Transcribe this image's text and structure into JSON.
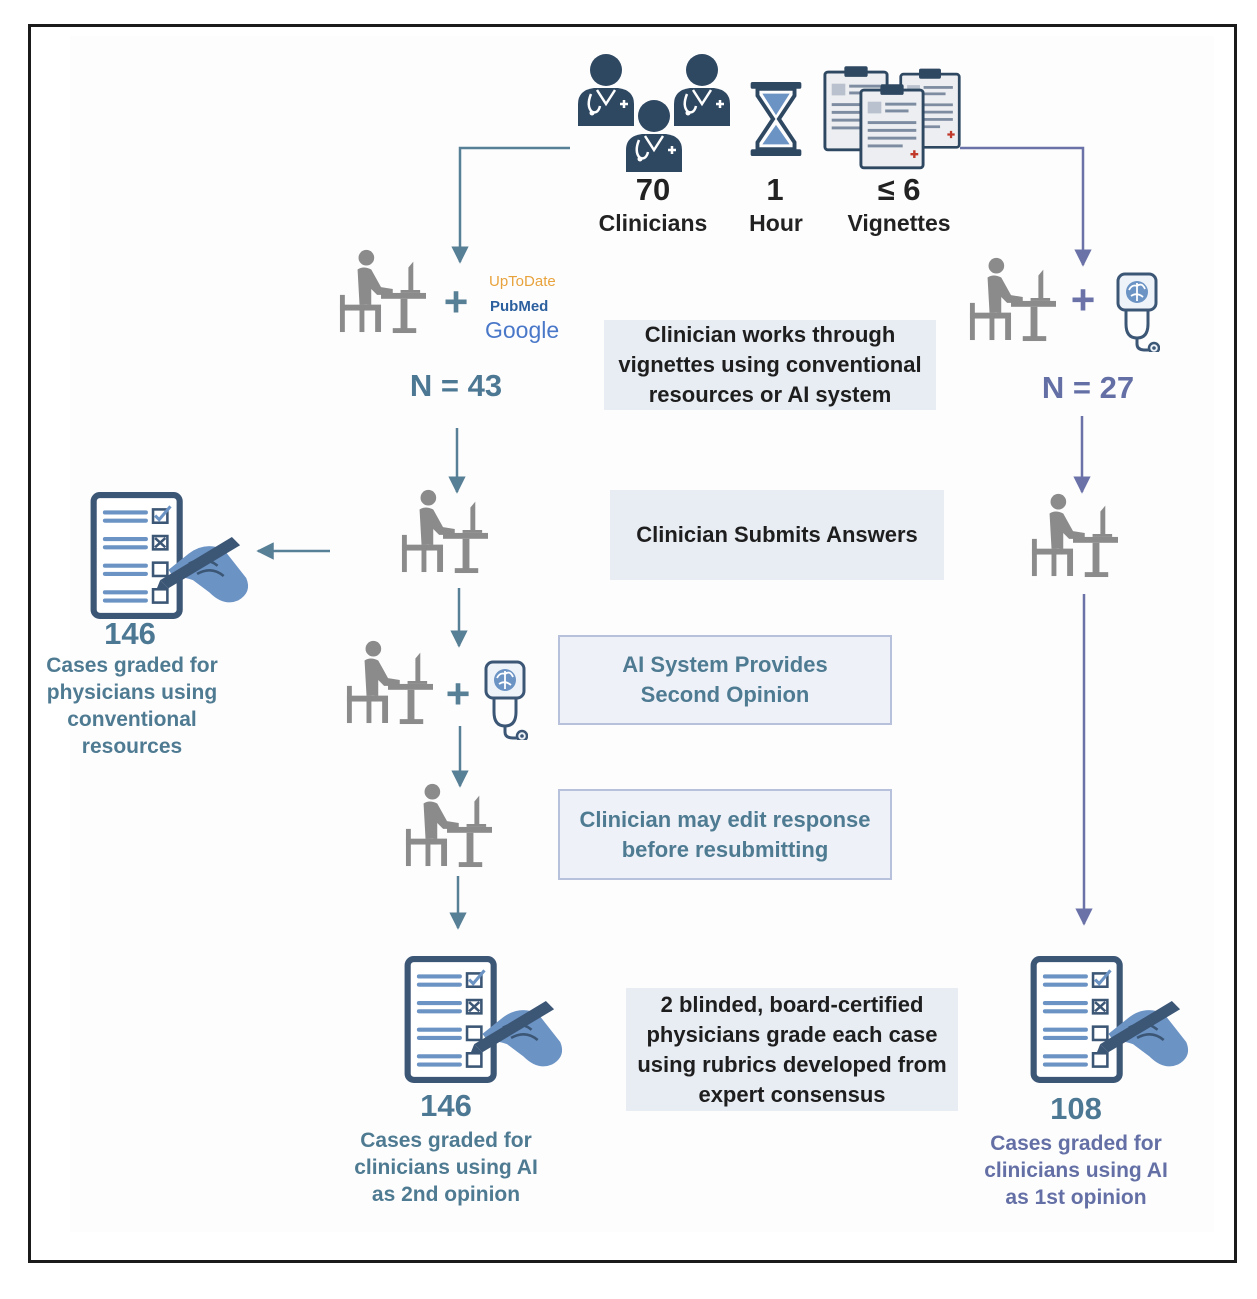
{
  "stats": [
    {
      "value": "70",
      "label": "Clinicians"
    },
    {
      "value": "1",
      "label": "Hour"
    },
    {
      "value": "≤ 6",
      "label": "Vignettes"
    }
  ],
  "left_branch": {
    "resources": {
      "uptodate": "UpToDate",
      "pubmed": "PubMed",
      "google": "Google"
    },
    "n": "N = 43",
    "graded_count": "146",
    "graded_caption": "Cases graded for physicians using conventional resources",
    "final_count": "146",
    "final_caption": "Cases graded for clinicians using AI as 2nd opinion"
  },
  "right_branch": {
    "n": "N = 27",
    "final_count": "108",
    "final_caption": "Cases graded for clinicians using AI as 1st opinion"
  },
  "steps": {
    "work": "Clinician works through vignettes using conventional resources or AI system",
    "submit": "Clinician Submits Answers",
    "second_opinion": "AI System Provides Second Opinion",
    "edit": "Clinician may edit response before resubmitting",
    "grading": "2 blinded, board-certified physicians grade each case using rubrics developed from expert consensus"
  },
  "colors": {
    "left_arrow": "#577f95",
    "right_arrow": "#6b72a8",
    "person_icon": "#8b8b8b",
    "doctor_icon": "#2f4862",
    "checklist_icon": "#3c5675",
    "hand_icon": "#6b93c4"
  }
}
